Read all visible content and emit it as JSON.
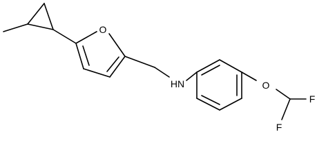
{
  "molecule": {
    "atoms": {
      "furan_oxygen": "O",
      "amine": "HN",
      "ether_oxygen": "O",
      "fluorine_1": "F",
      "fluorine_2": "F"
    },
    "bond_color": "#000000",
    "background_color": "#ffffff"
  }
}
